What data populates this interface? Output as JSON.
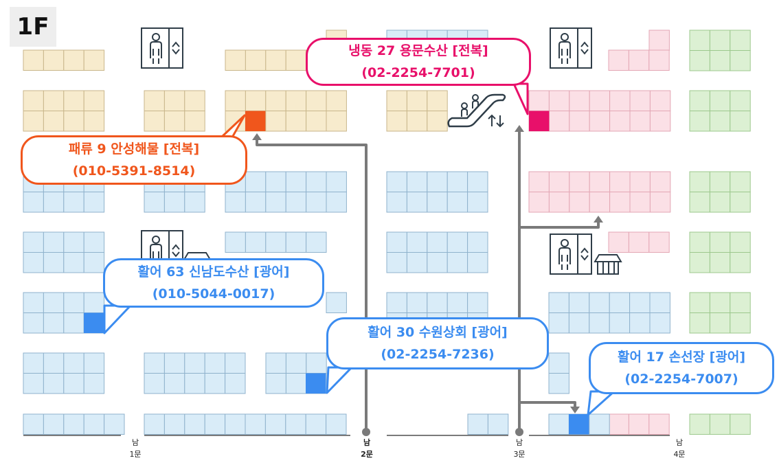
{
  "floor_label": "1F",
  "colors": {
    "beige_stall": "#f7ebcd",
    "blue_stall": "#d9ecf8",
    "pink_stall": "#fbe0e6",
    "green_stall": "#dcf0d3",
    "route": "#7a7a7a",
    "orange_accent": "#f0561c",
    "pink_accent": "#e8106a",
    "blue_accent": "#3b8cf0"
  },
  "icons": [
    "elevator-icon",
    "escalator-icon",
    "store-icon"
  ],
  "gates": [
    {
      "direction": "남",
      "number": "1문"
    },
    {
      "direction": "남",
      "number": "2문"
    },
    {
      "direction": "남",
      "number": "3문"
    },
    {
      "direction": "남",
      "number": "4문"
    }
  ],
  "callouts": [
    {
      "name": "패류 9 안성해물 [전복]",
      "phone": "(010-5391-8514)"
    },
    {
      "name": "냉동 27 용문수산 [전복]",
      "phone": "(02-2254-7701)"
    },
    {
      "name": "활어 63 신남도수산 [광어]",
      "phone": "(010-5044-0017)"
    },
    {
      "name": "활어 30 수원상회 [광어]",
      "phone": "(02-2254-7236)"
    },
    {
      "name": "활어 17 손선장 [광어]",
      "phone": "(02-2254-7007)"
    }
  ]
}
